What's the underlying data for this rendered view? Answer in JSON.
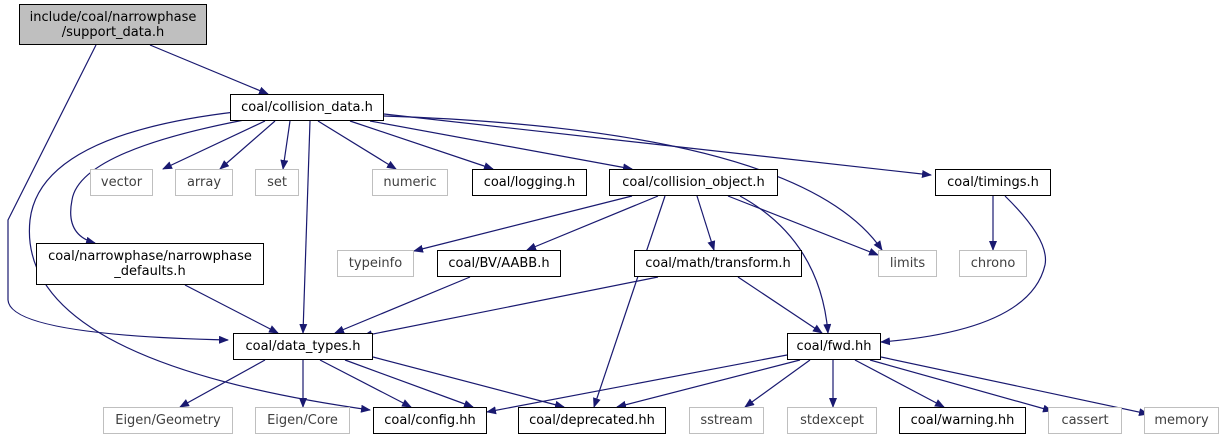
{
  "colors": {
    "edge": "#191970",
    "root_fill": "#bfbfbf",
    "external_border": "#bfbfbf"
  },
  "nodes": {
    "support_data": {
      "line1": "include/coal/narrowphase",
      "line2": "/support_data.h"
    },
    "collision_data": "coal/collision_data.h",
    "narrowphase_defaults": {
      "line1": "coal/narrowphase/narrowphase",
      "line2": "_defaults.h"
    },
    "vector": "vector",
    "array": "array",
    "set": "set",
    "numeric": "numeric",
    "logging": "coal/logging.h",
    "collision_object": "coal/collision_object.h",
    "timings": "coal/timings.h",
    "typeinfo": "typeinfo",
    "aabb": "coal/BV/AABB.h",
    "transform": "coal/math/transform.h",
    "limits": "limits",
    "chrono": "chrono",
    "data_types": "coal/data_types.h",
    "fwd": "coal/fwd.hh",
    "eigen_geometry": "Eigen/Geometry",
    "eigen_core": "Eigen/Core",
    "config": "coal/config.hh",
    "deprecated": "coal/deprecated.hh",
    "sstream": "sstream",
    "stdexcept": "stdexcept",
    "warning": "coal/warning.hh",
    "cassert": "cassert",
    "memory": "memory"
  }
}
